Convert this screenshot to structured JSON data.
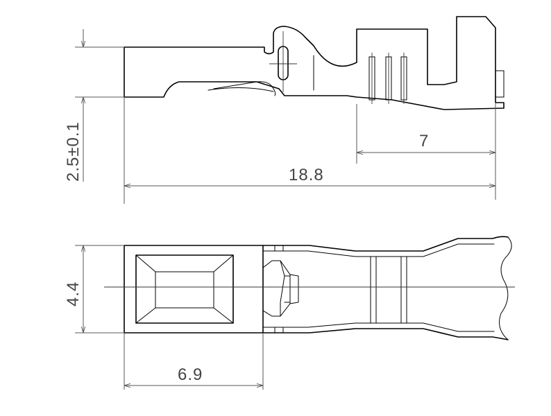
{
  "dimensions": {
    "overall_length": "18.8",
    "crimp_length": "7",
    "height": "2.5±0.1",
    "width": "4.4",
    "contact_length": "6.9"
  }
}
